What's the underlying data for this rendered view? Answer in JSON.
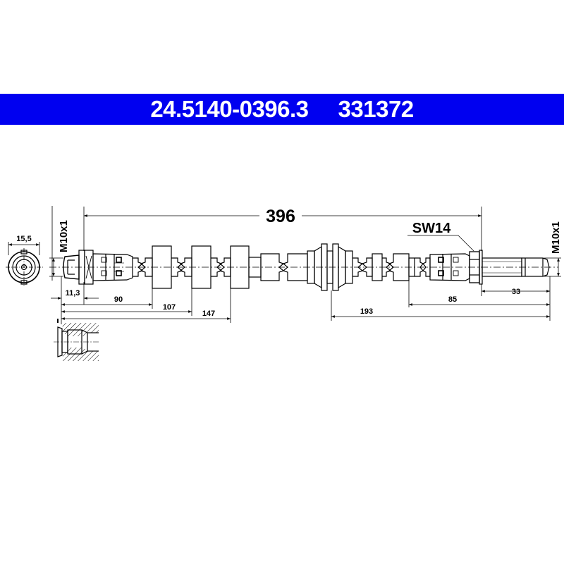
{
  "header": {
    "part_number": "24.5140-0396.3",
    "ref_number": "331372",
    "background_color": "#0000f0",
    "text_color": "#ffffff"
  },
  "drawing": {
    "total_length": "396",
    "wrench_size": "SW14",
    "left_thread": "M10x1",
    "right_thread": "M10x1",
    "end_view_width": "15,5",
    "left_fitting_length": "11,3",
    "dimensions": {
      "d90": "90",
      "d107": "107",
      "d147": "147",
      "d193": "193",
      "d85": "85",
      "d33": "33"
    }
  }
}
